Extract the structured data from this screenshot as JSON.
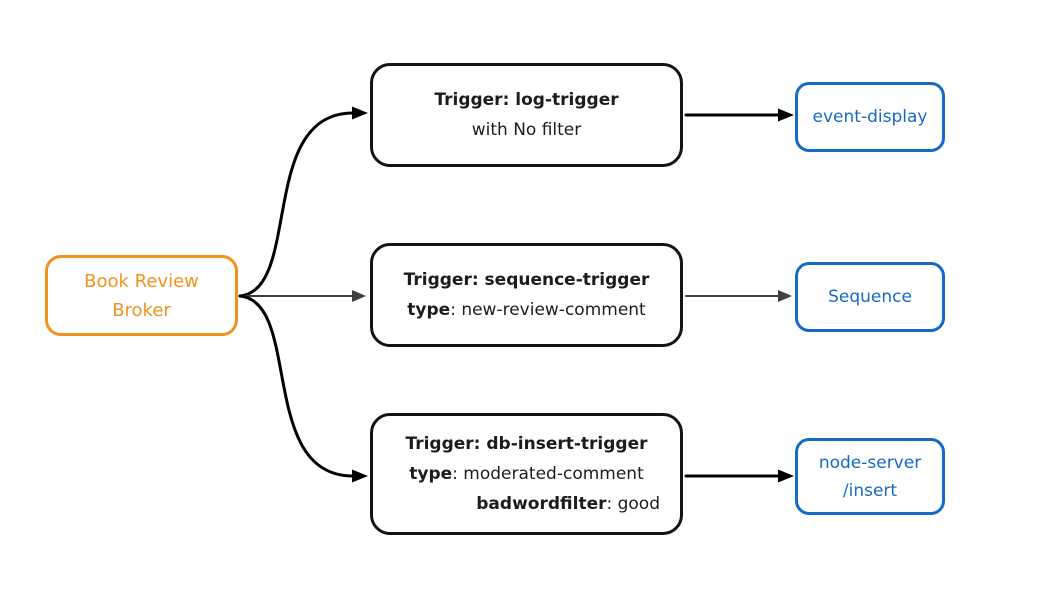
{
  "palette": {
    "background": "#ffffff",
    "orange": "#f0931e",
    "blue": "#1569c9",
    "edge_black": "#000000",
    "edge_gray": "#3f3f3f",
    "node_border": "#141414",
    "text_dark": "#1c1c1c"
  },
  "broker": {
    "lines": [
      "Book Review",
      "Broker"
    ]
  },
  "triggers": [
    {
      "lines": [
        {
          "bold": "Trigger: log-trigger",
          "rest": ""
        },
        {
          "bold": "",
          "rest": "with No filter"
        }
      ]
    },
    {
      "lines": [
        {
          "bold": "Trigger: sequence-trigger",
          "rest": ""
        },
        {
          "bold": "type",
          "rest": ": new-review-comment"
        }
      ]
    },
    {
      "lines": [
        {
          "bold": "Trigger: db-insert-trigger",
          "rest": ""
        },
        {
          "bold": "type",
          "rest": ": moderated-comment"
        },
        {
          "bold": "badwordfilter",
          "rest": ": good"
        }
      ]
    }
  ],
  "sinks": [
    {
      "lines": [
        "event-display"
      ]
    },
    {
      "lines": [
        "Sequence"
      ]
    },
    {
      "lines": [
        "node-server",
        "/insert"
      ]
    }
  ]
}
